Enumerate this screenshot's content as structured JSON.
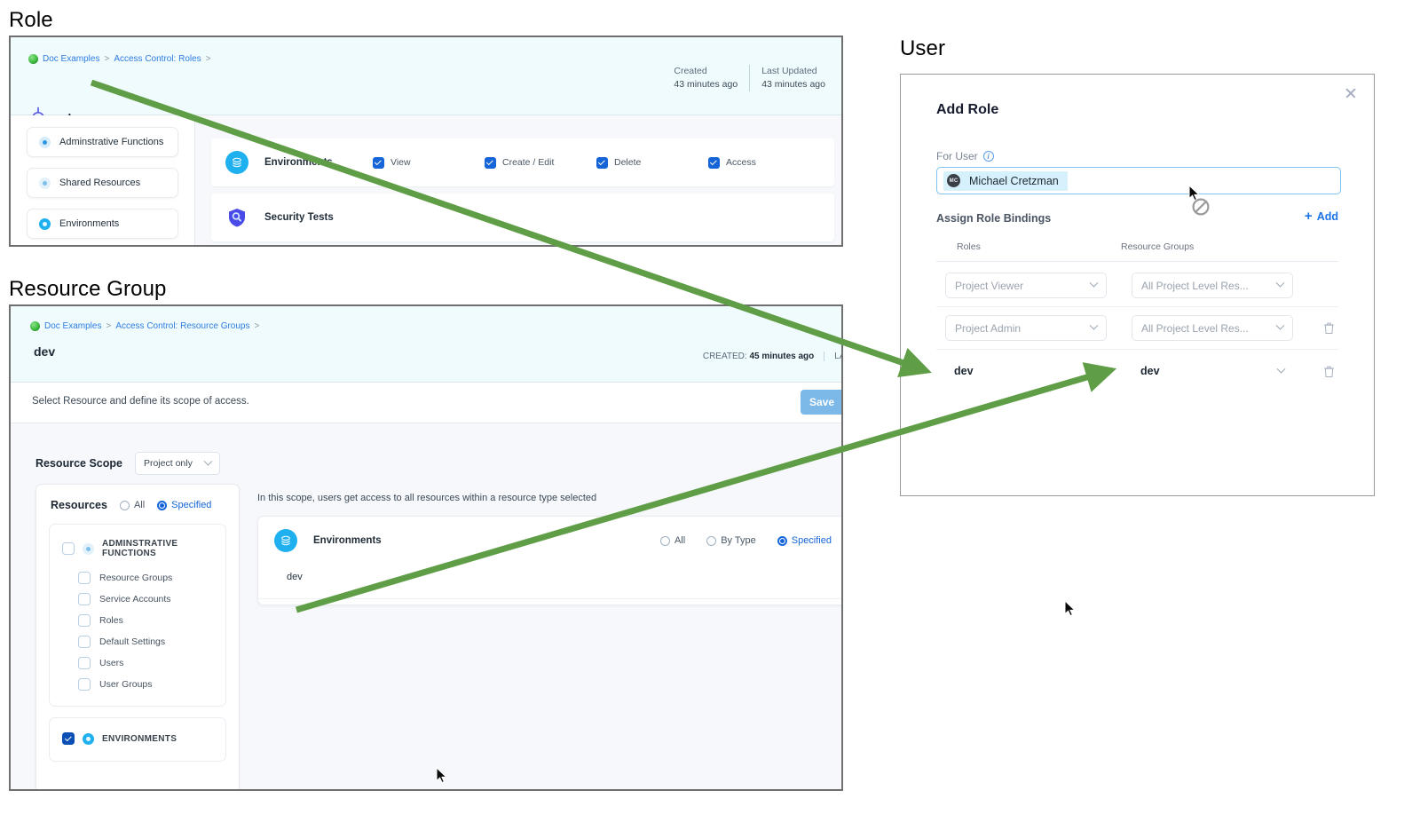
{
  "captions": {
    "role": "Role",
    "resource_group": "Resource Group",
    "user": "User"
  },
  "role_panel": {
    "breadcrumb": {
      "project": "Doc Examples",
      "sep1": ">",
      "section": "Access Control: Roles",
      "sep2": ">"
    },
    "title": "dev",
    "meta": [
      {
        "label": "Created",
        "value": "43 minutes ago"
      },
      {
        "label": "Last Updated",
        "value": "43 minutes ago"
      }
    ],
    "nav_items": [
      {
        "label": "Adminstrative Functions",
        "icon": "pale"
      },
      {
        "label": "Shared Resources",
        "icon": "paler"
      },
      {
        "label": "Environments",
        "icon": "solid"
      }
    ],
    "permission_rows": [
      {
        "label": "Environments",
        "checks": [
          {
            "label": "View",
            "checked": true
          },
          {
            "label": "Create / Edit",
            "checked": true
          },
          {
            "label": "Delete",
            "checked": true
          },
          {
            "label": "Access",
            "checked": true
          }
        ]
      },
      {
        "label": "Security Tests",
        "checks": []
      }
    ]
  },
  "resource_group_panel": {
    "breadcrumb": {
      "project": "Doc Examples",
      "sep1": ">",
      "section": "Access Control: Resource Groups",
      "sep2": ">"
    },
    "title": "dev",
    "meta": [
      {
        "label": "CREATED:",
        "value": "45 minutes ago"
      },
      {
        "label": "LAST UPD",
        "value": ""
      }
    ],
    "subtitle": "Select Resource and define its scope of access.",
    "save_label": "Save",
    "scope": {
      "label": "Resource Scope",
      "value": "Project only"
    },
    "resources": {
      "title": "Resources",
      "options": [
        {
          "label": "All",
          "selected": false
        },
        {
          "label": "Specified",
          "selected": true
        }
      ],
      "groups": [
        {
          "label": "ADMINSTRATIVE FUNCTIONS",
          "checked": false,
          "icon": "paler",
          "items": [
            {
              "label": "Resource Groups",
              "checked": false
            },
            {
              "label": "Service Accounts",
              "checked": false
            },
            {
              "label": "Roles",
              "checked": false
            },
            {
              "label": "Default Settings",
              "checked": false
            },
            {
              "label": "Users",
              "checked": false
            },
            {
              "label": "User Groups",
              "checked": false
            }
          ]
        },
        {
          "label": "ENVIRONMENTS",
          "checked": true,
          "icon": "solid",
          "items": []
        }
      ]
    },
    "scope_note": "In this scope, users get access to all resources within a resource type selected",
    "env_card": {
      "title": "Environments",
      "options": [
        {
          "label": "All",
          "selected": false
        },
        {
          "label": "By Type",
          "selected": false
        },
        {
          "label": "Specified",
          "selected": true
        }
      ],
      "rows": [
        "dev"
      ]
    }
  },
  "user_dialog": {
    "title": "Add Role",
    "close_icon": "close-icon",
    "for_user_label": "For User",
    "selected_user": {
      "name": "Michael Cretzman",
      "initials": "MC"
    },
    "bindings_label": "Assign Role Bindings",
    "add_label": "Add",
    "columns": {
      "roles": "Roles",
      "resource_groups": "Resource Groups"
    },
    "rows": [
      {
        "role": "Project Viewer",
        "resource_group": "All Project Level Res...",
        "style": "placeholder",
        "deletable": false
      },
      {
        "role": "Project Admin",
        "resource_group": "All Project Level Res...",
        "style": "placeholder",
        "deletable": true
      },
      {
        "role": "dev",
        "resource_group": "dev",
        "style": "value",
        "deletable": true
      }
    ]
  },
  "colors": {
    "arrow_green": "#5f9e46",
    "accent_blue": "#1565d8",
    "link_blue": "#2f7de1",
    "header_band": "#f0fbfe",
    "save_button": "#7db9e8",
    "env_icon": "#1fb0ef"
  }
}
